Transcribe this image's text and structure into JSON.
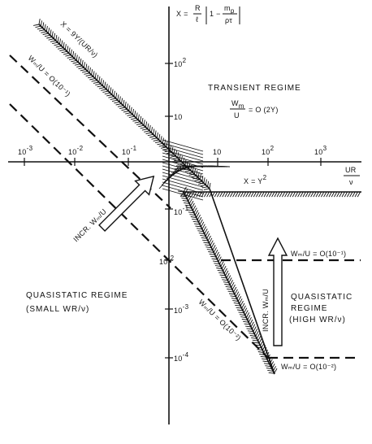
{
  "axes": {
    "x_axis_label": {
      "num": "UR",
      "den": "ν"
    },
    "y_axis_label": {
      "prefix": "X =",
      "frac1_num": "R",
      "frac1_den": "ℓ",
      "mid": "1 −",
      "frac2_num": "m",
      "frac2_num_sub": "p",
      "frac2_den": "ρτ"
    },
    "x_ticks": [
      {
        "base": "10",
        "exp": "-3"
      },
      {
        "base": "10",
        "exp": "-2"
      },
      {
        "base": "10",
        "exp": "-1"
      },
      {
        "base": "10",
        "exp": ""
      },
      {
        "base": "10",
        "exp": "2"
      },
      {
        "base": "10",
        "exp": "3"
      }
    ],
    "y_ticks": [
      {
        "base": "10",
        "exp": "2"
      },
      {
        "base": "10",
        "exp": ""
      },
      {
        "base": "10",
        "exp": "-1"
      },
      {
        "base": "10",
        "exp": "-2"
      },
      {
        "base": "10",
        "exp": "-3"
      },
      {
        "base": "10",
        "exp": "-4"
      }
    ]
  },
  "curves": {
    "upper_boundary": "X = 9Y/(UR/ν)",
    "lower_boundary": {
      "prefix": "X = Y",
      "exp": "2"
    }
  },
  "regions": {
    "transient": {
      "title": "TRANSIENT REGIME",
      "rel_num": "W",
      "rel_num_sub": "m",
      "rel_den": "U",
      "rel_rhs": "= O (2Y)"
    },
    "quasi_small": {
      "line1": "QUASISTATIC REGIME",
      "line2": "(SMALL WR/ν)"
    },
    "quasi_high": {
      "line1": "QUASISTATIC",
      "line2": "REGIME",
      "line3": "(HIGH WR/ν)"
    }
  },
  "dashed_lines": {
    "left_1": "Wₘ/U = O(10⁻¹)",
    "left_2": "Wₘ/U = O(10⁻²)",
    "right_1": "Wₘ/U = O(10⁻¹)",
    "right_2": "Wₘ/U = O(10⁻²)"
  },
  "arrows": {
    "left": "INCR. Wₘ/U",
    "right": "INCR. Wₘ/U"
  }
}
